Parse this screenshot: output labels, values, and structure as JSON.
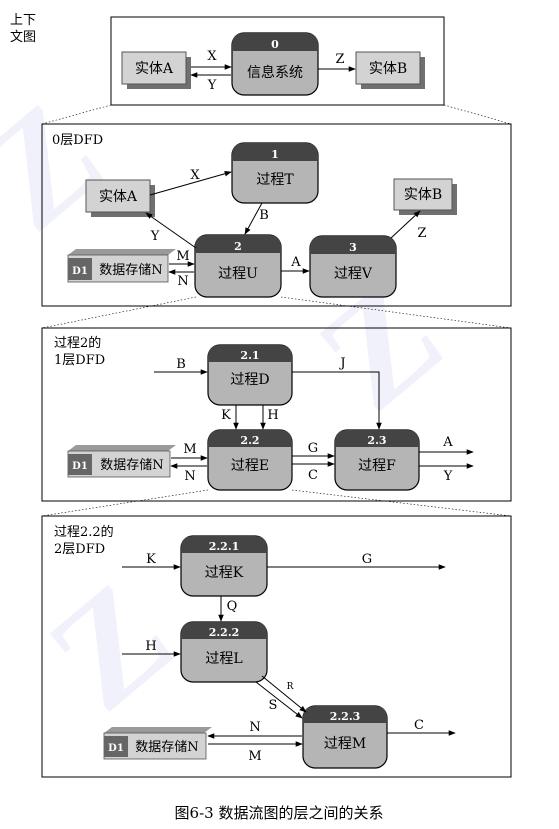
{
  "context_label": [
    "上下",
    "文图"
  ],
  "level0_label": "0层DFD",
  "level1_label": [
    "过程2的",
    "1层DFD"
  ],
  "level2_label": [
    "过程2.2的",
    "2层DFD"
  ],
  "caption": "图6-3   数据流图的层之间的关系",
  "context": {
    "entity_a": "实体A",
    "entity_b": "实体B",
    "process_id": "0",
    "process_name": "信息系统",
    "flow_x": "X",
    "flow_y": "Y",
    "flow_z": "Z"
  },
  "level0": {
    "entity_a": "实体A",
    "entity_b": "实体B",
    "p1_id": "1",
    "p1_name": "过程T",
    "p2_id": "2",
    "p2_name": "过程U",
    "p3_id": "3",
    "p3_name": "过程V",
    "store_id": "D1",
    "store_name": "数据存储N",
    "flow_x": "X",
    "flow_b": "B",
    "flow_y": "Y",
    "flow_z": "Z",
    "flow_m": "M",
    "flow_n": "N",
    "flow_a": "A"
  },
  "level1": {
    "p21_id": "2.1",
    "p21_name": "过程D",
    "p22_id": "2.2",
    "p22_name": "过程E",
    "p23_id": "2.3",
    "p23_name": "过程F",
    "store_id": "D1",
    "store_name": "数据存储N",
    "flow_b": "B",
    "flow_j": "J",
    "flow_k": "K",
    "flow_h": "H",
    "flow_m": "M",
    "flow_n": "N",
    "flow_g": "G",
    "flow_c": "C",
    "flow_a": "A",
    "flow_y": "Y"
  },
  "level2": {
    "p221_id": "2.2.1",
    "p221_name": "过程K",
    "p222_id": "2.2.2",
    "p222_name": "过程L",
    "p223_id": "2.2.3",
    "p223_name": "过程M",
    "store_id": "D1",
    "store_name": "数据存储N",
    "flow_k": "K",
    "flow_g": "G",
    "flow_q": "Q",
    "flow_h": "H",
    "flow_r": "R",
    "flow_s": "S",
    "flow_n": "N",
    "flow_m": "M",
    "flow_c": "C"
  }
}
